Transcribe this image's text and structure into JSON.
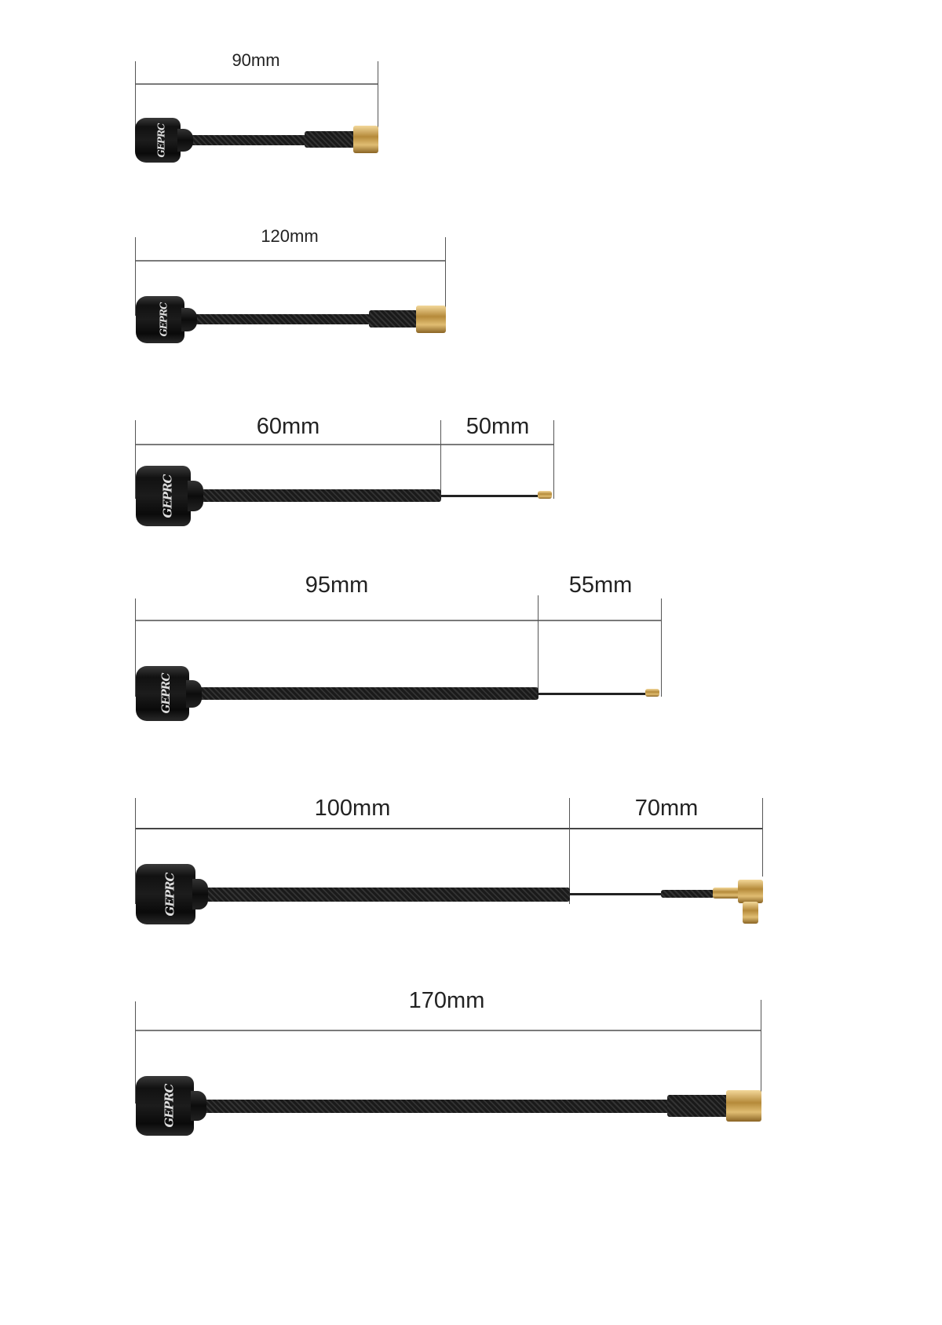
{
  "brand_logo": "GEPRC",
  "antennas": [
    {
      "segments": [
        "90mm"
      ]
    },
    {
      "segments": [
        "120mm"
      ]
    },
    {
      "segments": [
        "60mm",
        "50mm"
      ]
    },
    {
      "segments": [
        "95mm",
        "55mm"
      ]
    },
    {
      "segments": [
        "100mm",
        "70mm"
      ]
    },
    {
      "segments": [
        "170mm"
      ]
    }
  ]
}
